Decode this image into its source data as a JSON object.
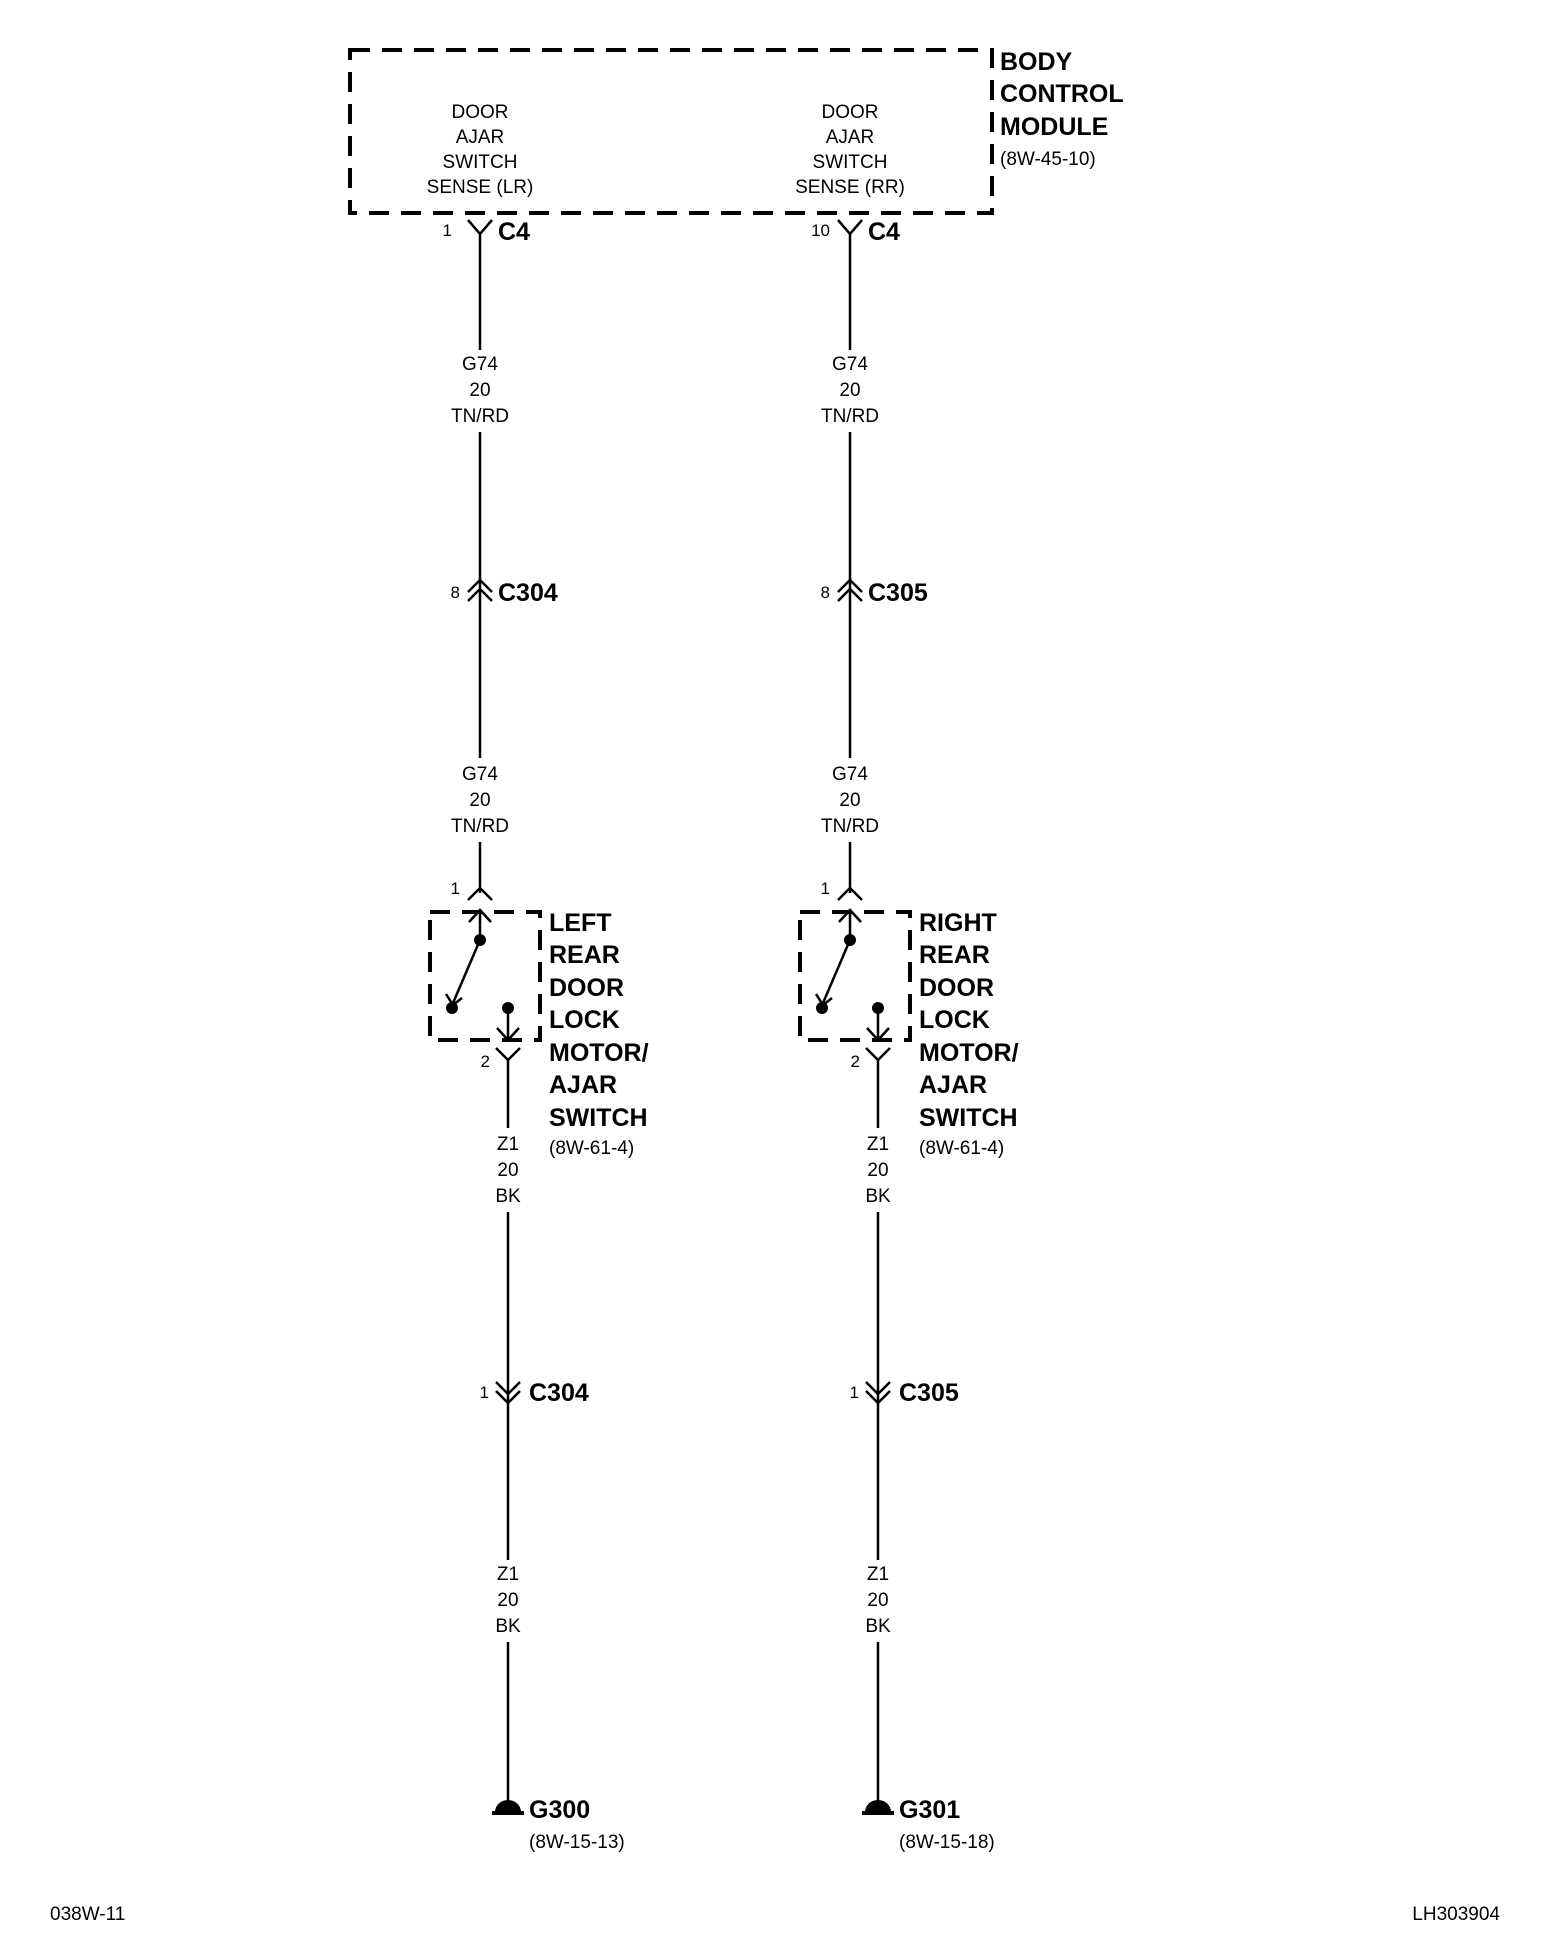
{
  "module": {
    "title_lines": [
      "BODY",
      "CONTROL",
      "MODULE"
    ],
    "ref": "(8W-45-10)",
    "left_pin_label": [
      "DOOR",
      "AJAR",
      "SWITCH",
      "SENSE (LR)"
    ],
    "right_pin_label": [
      "DOOR",
      "AJAR",
      "SWITCH",
      "SENSE (RR)"
    ]
  },
  "left": {
    "bcm_pin": "1",
    "bcm_connector": "C4",
    "wire_top_1": [
      "G74",
      "20",
      "TN/RD"
    ],
    "inline_pin": "8",
    "inline_connector": "C304",
    "wire_top_2": [
      "G74",
      "20",
      "TN/RD"
    ],
    "switch_pin_top": "1",
    "switch_pin_bottom": "2",
    "switch_label": [
      "LEFT",
      "REAR",
      "DOOR",
      "LOCK",
      "MOTOR/",
      "AJAR",
      "SWITCH"
    ],
    "switch_ref": "(8W-61-4)",
    "wire_bottom_1": [
      "Z1",
      "20",
      "BK"
    ],
    "inline2_pin": "1",
    "inline2_connector": "C304",
    "wire_bottom_2": [
      "Z1",
      "20",
      "BK"
    ],
    "ground": "G300",
    "ground_ref": "(8W-15-13)"
  },
  "right": {
    "bcm_pin": "10",
    "bcm_connector": "C4",
    "wire_top_1": [
      "G74",
      "20",
      "TN/RD"
    ],
    "inline_pin": "8",
    "inline_connector": "C305",
    "wire_top_2": [
      "G74",
      "20",
      "TN/RD"
    ],
    "switch_pin_top": "1",
    "switch_pin_bottom": "2",
    "switch_label": [
      "RIGHT",
      "REAR",
      "DOOR",
      "LOCK",
      "MOTOR/",
      "AJAR",
      "SWITCH"
    ],
    "switch_ref": "(8W-61-4)",
    "wire_bottom_1": [
      "Z1",
      "20",
      "BK"
    ],
    "inline2_pin": "1",
    "inline2_connector": "C305",
    "wire_bottom_2": [
      "Z1",
      "20",
      "BK"
    ],
    "ground": "G301",
    "ground_ref": "(8W-15-18)"
  },
  "footer": {
    "left": "038W-11",
    "right": "LH303904"
  }
}
